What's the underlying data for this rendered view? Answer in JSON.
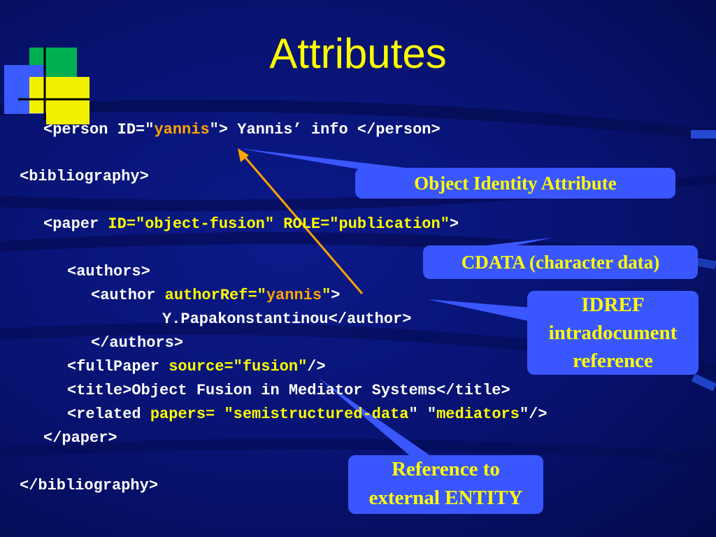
{
  "slide": {
    "title": "Attributes"
  },
  "code": {
    "line1": {
      "open": "<person ID=\"",
      "value": "yannis",
      "close": "\"> Yannis’ info </person>"
    },
    "line2": "<bibliography>",
    "line3": {
      "open": "<paper ",
      "attrs": "ID=\"object-fusion\" ROLE=\"publication\"",
      "close": ">"
    },
    "line4": "<authors>",
    "line5": {
      "open": "<author ",
      "attr": "authorRef=\"",
      "value": "yannis",
      "close_quote": "\"",
      "close": ">"
    },
    "line6": "Y.Papakonstantinou</author>",
    "line7": "</authors>",
    "line8": {
      "open": "<fullPaper ",
      "attr": "source=\"fusion\"",
      "close": "/>"
    },
    "line9": "<title>Object Fusion in Mediator Systems</title>",
    "line10": {
      "open": "<related ",
      "attr1": "papers= \"semistructured-data",
      "mid": "\" \"",
      "attr2": "mediators",
      "close": "\"/>"
    },
    "line11": "</paper>",
    "line12": "</bibliography>"
  },
  "callouts": {
    "object_identity": "Object Identity Attribute",
    "cdata": "CDATA (character data)",
    "idref_1": "IDREF",
    "idref_2": "intradocument",
    "idref_3": "reference",
    "entity_1": "Reference to",
    "entity_2": "external ENTITY"
  },
  "colors": {
    "background": "#071270",
    "title": "#ffff00",
    "callout_fill": "#3a57ff",
    "arrow": "#ffa500"
  }
}
